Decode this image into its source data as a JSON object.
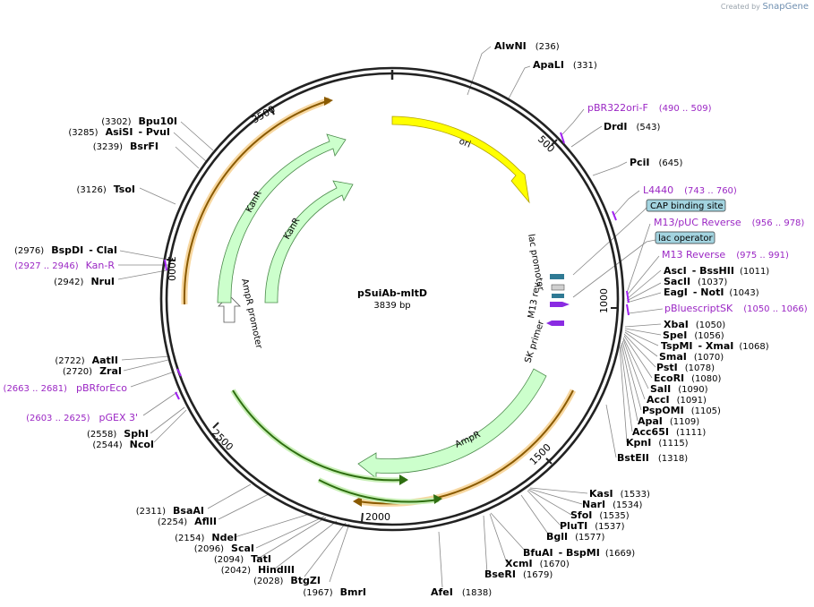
{
  "credit": {
    "created_by": "Created by",
    "brand": "SnapGene"
  },
  "plasmid": {
    "name": "pSuiAb-mltD",
    "size": "3839 bp"
  },
  "ticks": [
    "500",
    "1000",
    "1500",
    "2000",
    "2500",
    "3000",
    "3500"
  ],
  "features": [
    "ori",
    "lac promoter",
    "M13 rev",
    "SK primer",
    "AmpR",
    "AmpR promoter",
    "KanR",
    "KanR"
  ],
  "sites": [
    {
      "id": "AlwNI",
      "enz": "AlwNI",
      "pos": "(236)"
    },
    {
      "id": "ApaLI",
      "enz": "ApaLI",
      "pos": "(331)"
    },
    {
      "id": "pBR322oriF",
      "primer": "pBR322ori-F",
      "pos": "(490 .. 509)"
    },
    {
      "id": "DrdI",
      "enz": "DrdI",
      "pos": "(543)"
    },
    {
      "id": "PciI",
      "enz": "PciI",
      "pos": "(645)"
    },
    {
      "id": "L4440",
      "primer": "L4440",
      "pos": "(743 .. 760)"
    },
    {
      "id": "CAP",
      "box": "CAP binding site"
    },
    {
      "id": "M13pUC",
      "primer": "M13/pUC Reverse",
      "pos": "(956 .. 978)"
    },
    {
      "id": "lacop",
      "box": "lac operator"
    },
    {
      "id": "M13Rev",
      "primer": "M13 Reverse",
      "pos": "(975 .. 991)"
    },
    {
      "id": "AscI",
      "enz": "AscI",
      "enz2": "- BssHII",
      "pos": "(1011)"
    },
    {
      "id": "SacII",
      "enz": "SacII",
      "pos": "(1037)"
    },
    {
      "id": "EagI",
      "enz": "EagI",
      "enz2": "- NotI",
      "pos": "(1043)"
    },
    {
      "id": "pBluescriptSK",
      "primer": "pBluescriptSK",
      "pos": "(1050 .. 1066)"
    },
    {
      "id": "XbaI",
      "enz": "XbaI",
      "pos": "(1050)"
    },
    {
      "id": "SpeI",
      "enz": "SpeI",
      "pos": "(1056)"
    },
    {
      "id": "TspMI",
      "enz": "TspMI",
      "enz2": "- XmaI",
      "pos": "(1068)"
    },
    {
      "id": "SmaI",
      "enz": "SmaI",
      "pos": "(1070)"
    },
    {
      "id": "PstI",
      "enz": "PstI",
      "pos": "(1078)"
    },
    {
      "id": "EcoRI",
      "enz": "EcoRI",
      "pos": "(1080)"
    },
    {
      "id": "SalI",
      "enz": "SalI",
      "pos": "(1090)"
    },
    {
      "id": "AccI",
      "enz": "AccI",
      "pos": "(1091)"
    },
    {
      "id": "PspOMI",
      "enz": "PspOMI",
      "pos": "(1105)"
    },
    {
      "id": "ApaI",
      "enz": "ApaI",
      "pos": "(1109)"
    },
    {
      "id": "Acc65I",
      "enz": "Acc65I",
      "pos": "(1111)"
    },
    {
      "id": "KpnI",
      "enz": "KpnI",
      "pos": "(1115)"
    },
    {
      "id": "BstEII",
      "enz": "BstEII",
      "pos": "(1318)"
    },
    {
      "id": "KasI",
      "enz": "KasI",
      "pos": "(1533)"
    },
    {
      "id": "NarI",
      "enz": "NarI",
      "pos": "(1534)"
    },
    {
      "id": "SfoI",
      "enz": "SfoI",
      "pos": "(1535)"
    },
    {
      "id": "PluTI",
      "enz": "PluTI",
      "pos": "(1537)"
    },
    {
      "id": "BglI",
      "enz": "BglI",
      "pos": "(1577)"
    },
    {
      "id": "BfuAI",
      "enz": "BfuAI",
      "enz2": "- BspMI",
      "pos": "(1669)"
    },
    {
      "id": "XcmI",
      "enz": "XcmI",
      "pos": "(1670)"
    },
    {
      "id": "BseRI",
      "enz": "BseRI",
      "pos": "(1679)"
    },
    {
      "id": "AfeI",
      "enz": "AfeI",
      "pos": "(1838)"
    },
    {
      "id": "BmrI",
      "enz": "BmrI",
      "pos": "(1967)"
    },
    {
      "id": "BtgZI",
      "enz": "BtgZI",
      "pos": "(2028)"
    },
    {
      "id": "HindIII",
      "enz": "HindIII",
      "pos": "(2042)"
    },
    {
      "id": "TatI",
      "enz": "TatI",
      "pos": "(2094)"
    },
    {
      "id": "ScaI",
      "enz": "ScaI",
      "pos": "(2096)"
    },
    {
      "id": "NdeI",
      "enz": "NdeI",
      "pos": "(2154)"
    },
    {
      "id": "AflII",
      "enz": "AflII",
      "pos": "(2254)"
    },
    {
      "id": "BsaAI",
      "enz": "BsaAI",
      "pos": "(2311)"
    },
    {
      "id": "NcoI",
      "enz": "NcoI",
      "pos": "(2544)"
    },
    {
      "id": "SphI",
      "enz": "SphI",
      "pos": "(2558)"
    },
    {
      "id": "pGEX3",
      "primer": "pGEX 3'",
      "pos": "(2603 .. 2625)"
    },
    {
      "id": "pBRforEco",
      "primer": "pBRforEco",
      "pos": "(2663 .. 2681)"
    },
    {
      "id": "ZraI",
      "enz": "ZraI",
      "pos": "(2720)"
    },
    {
      "id": "AatII",
      "enz": "AatII",
      "pos": "(2722)"
    },
    {
      "id": "NruI",
      "enz": "NruI",
      "pos": "(2942)"
    },
    {
      "id": "KanR",
      "primer": "Kan-R",
      "pos": "(2927 .. 2946)"
    },
    {
      "id": "BspDI",
      "enz": "BspDI",
      "enz2": "- ClaI",
      "pos": "(2976)"
    },
    {
      "id": "TsoI",
      "enz": "TsoI",
      "pos": "(3126)"
    },
    {
      "id": "BsrFI",
      "enz": "BsrFI",
      "pos": "(3239)"
    },
    {
      "id": "AsiSI",
      "enz": "AsiSI",
      "enz2": "- PvuI",
      "pos": "(3285)"
    },
    {
      "id": "Bpu10I",
      "enz": "Bpu10I",
      "pos": "(3302)"
    }
  ]
}
